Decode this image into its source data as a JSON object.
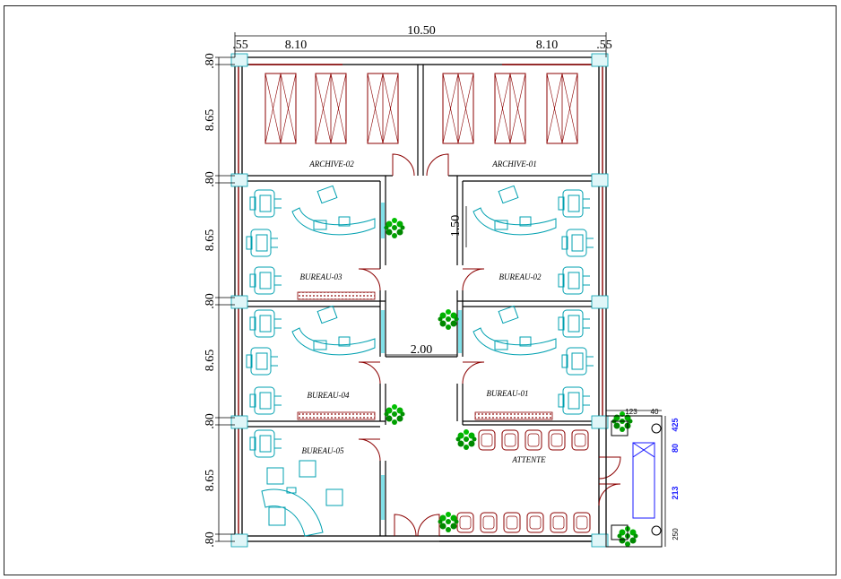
{
  "dimensions": {
    "total_width": "10.50",
    "left_width": "8.10",
    "right_width": "8.10",
    "margin_left": ".55",
    "margin_right": ".55",
    "row_thin": ".80",
    "row_height": "8.65",
    "door_gap": "1.50",
    "corridor_width": "2.00"
  },
  "rooms": {
    "archive_02": "ARCHIVE-02",
    "archive_01": "ARCHIVE-01",
    "bureau_03": "BUREAU-03",
    "bureau_02": "BUREAU-02",
    "bureau_04": "BUREAU-04",
    "bureau_01": "BUREAU-01",
    "bureau_05": "BUREAU-05",
    "attente": "ATTENTE"
  },
  "annex": {
    "dim_a": "123",
    "dim_b": "40",
    "dim_c": "425",
    "dim_d": "80",
    "dim_e": "213",
    "dim_f": "250"
  },
  "colors": {
    "wall": "#000000",
    "wall_accent": "#8b0000",
    "furniture": "#00a0b0",
    "plant": "#00a000",
    "dimension_blue": "#1a1aff"
  }
}
